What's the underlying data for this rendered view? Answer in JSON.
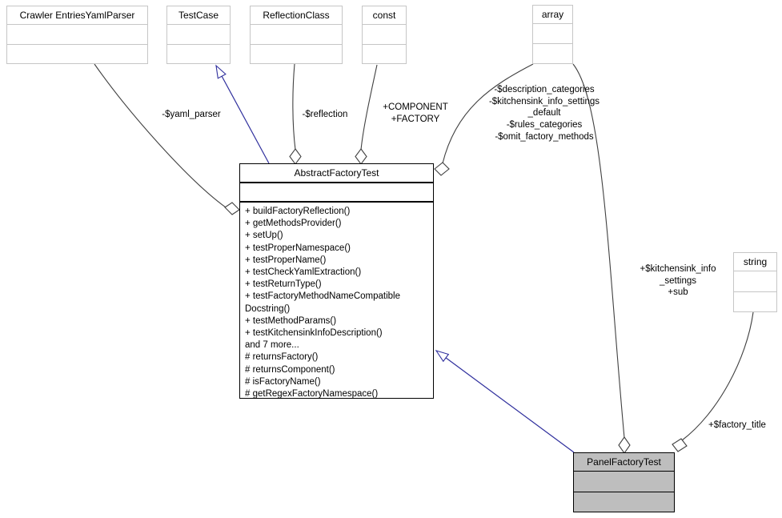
{
  "colors": {
    "edge": "#404040",
    "inheritance_edge": "#2f2f9d",
    "external_box_border": "#c6c6c6",
    "main_box_border": "#000000",
    "highlighted_node_fill": "#bebebe",
    "background": "#ffffff"
  },
  "classes": {
    "crawler": {
      "title": "Crawler EntriesYamlParser"
    },
    "testcase": {
      "title": "TestCase"
    },
    "reflectionclass": {
      "title": "ReflectionClass"
    },
    "const": {
      "title": "const"
    },
    "array": {
      "title": "array"
    },
    "string": {
      "title": "string"
    },
    "abstract_factory_test": {
      "title": "AbstractFactoryTest",
      "methods": [
        "+ buildFactoryReflection()",
        "+ getMethodsProvider()",
        "+ setUp()",
        "+ testProperNamespace()",
        "+ testProperName()",
        "+ testCheckYamlExtraction()",
        "+ testReturnType()",
        "+ testFactoryMethodNameCompatible",
        "Docstring()",
        "+ testMethodParams()",
        "+ testKitchensinkInfoDescription()",
        "and 7 more...",
        "# returnsFactory()",
        "# returnsComponent()",
        "# isFactoryName()",
        "# getRegexFactoryNamespace()"
      ]
    },
    "panel_factory_test": {
      "title": "PanelFactoryTest"
    }
  },
  "edge_labels": {
    "yaml_parser": "-$yaml_parser",
    "reflection": "-$reflection",
    "component_factory": "+COMPONENT\n+FACTORY",
    "array_to_abstract": "-$description_categories\n-$kitchensink_info_settings\n_default\n-$rules_categories\n-$omit_factory_methods",
    "kitchensink_info": "+$kitchensink_info\n_settings\n+sub",
    "factory_title": "+$factory_title"
  }
}
